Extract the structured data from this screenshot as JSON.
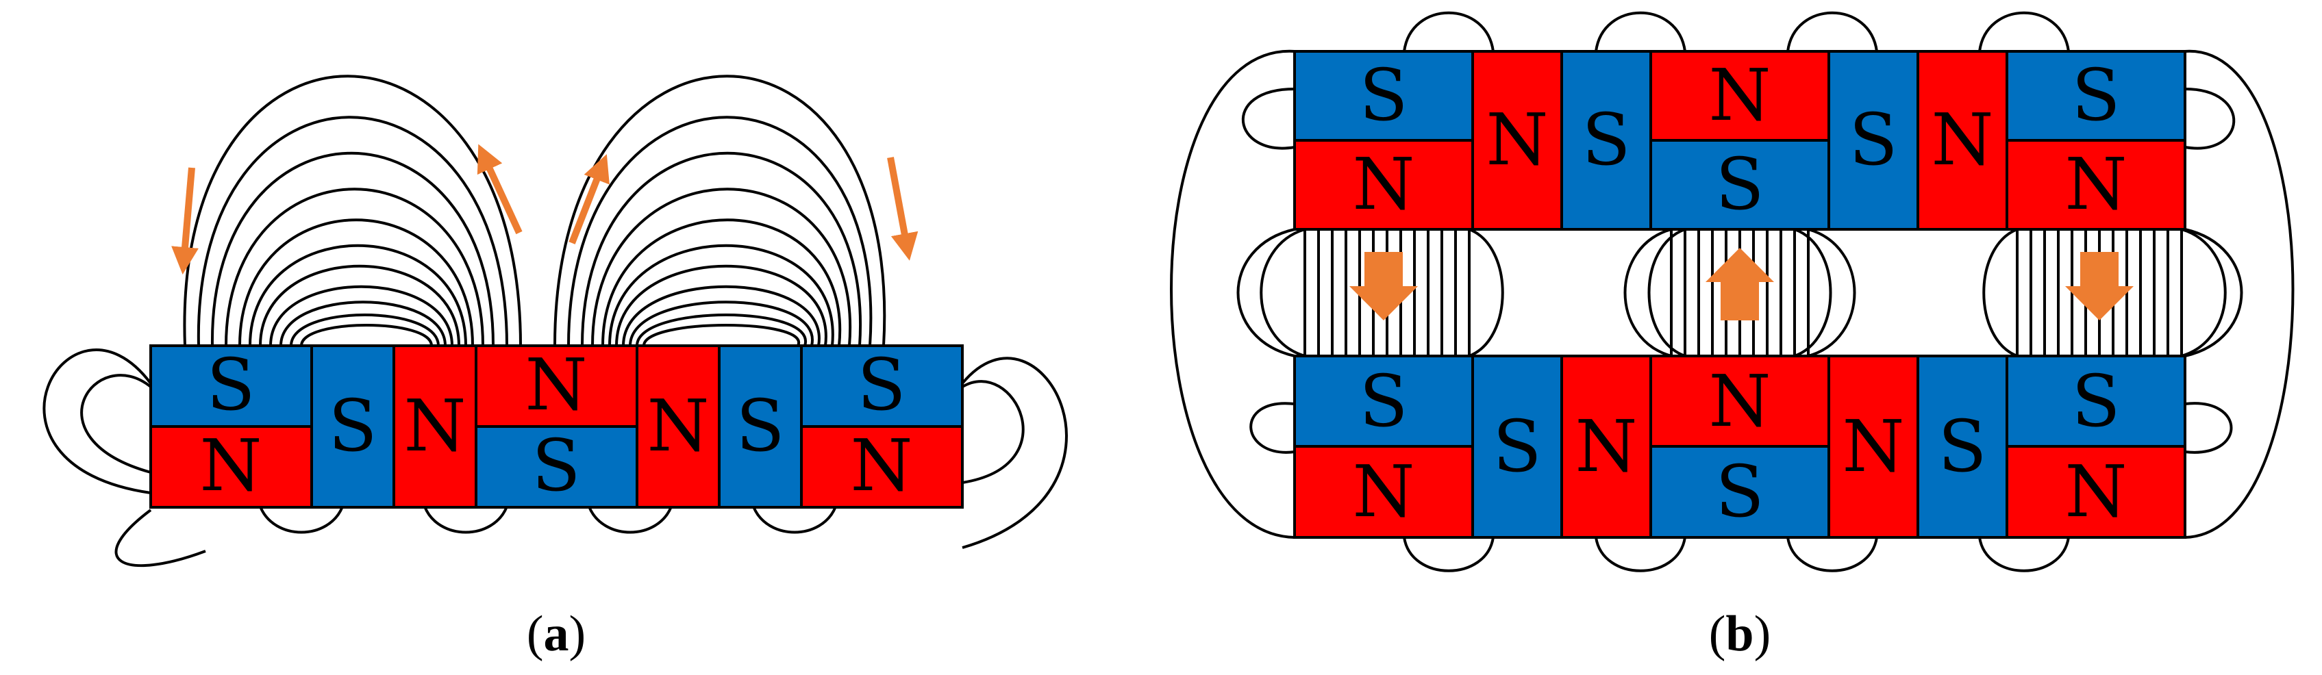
{
  "colors": {
    "south_pole": "#0070C0",
    "north_pole": "#FF0000",
    "arrow": "#ED7D31",
    "field_line": "#000000"
  },
  "panels": [
    {
      "id": "a",
      "caption_open": "(",
      "caption_letter": "a",
      "caption_close": ")",
      "magnets": [
        "S",
        "N",
        "S",
        "N",
        "N",
        "S",
        "N",
        "S",
        "S",
        "N"
      ]
    },
    {
      "id": "b",
      "caption_open": "(",
      "caption_letter": "b",
      "caption_close": ")",
      "top_array_magnets": [
        "S",
        "N",
        "N",
        "S",
        "N",
        "S",
        "S",
        "N",
        "S",
        "N"
      ],
      "bottom_array_magnets": [
        "S",
        "N",
        "S",
        "N",
        "N",
        "S",
        "N",
        "S",
        "S",
        "N"
      ]
    }
  ]
}
